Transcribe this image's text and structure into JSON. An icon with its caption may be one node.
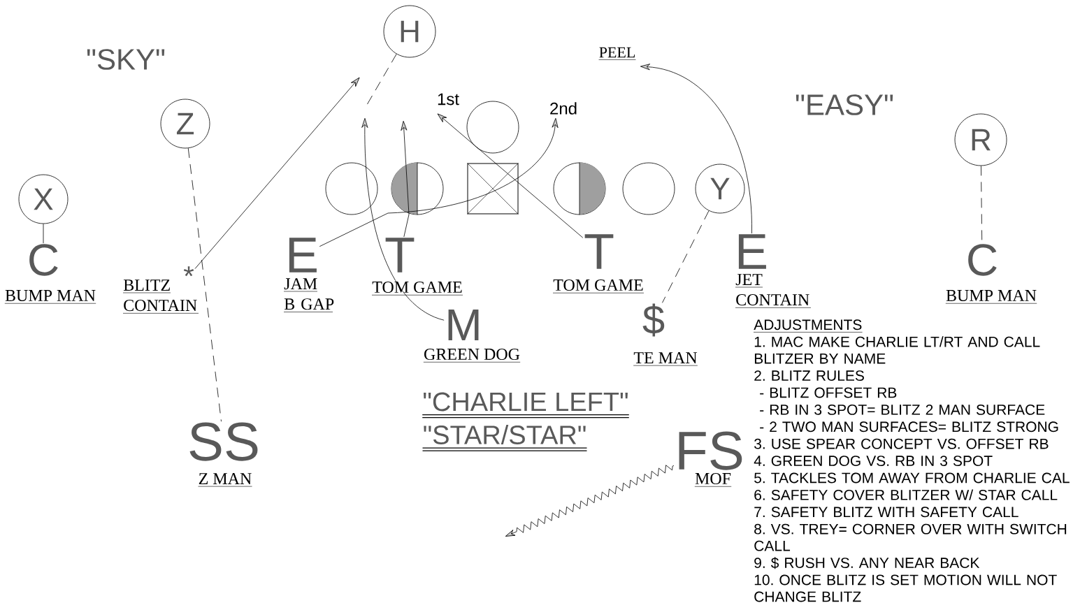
{
  "diagram": {
    "nodes": [
      {
        "text": [
          "H"
        ]
      },
      {
        "text": [
          "Z"
        ]
      },
      {
        "text": [
          "R"
        ]
      },
      {
        "text": [],
        "shape": "circle"
      },
      {
        "text": [
          "X"
        ]
      },
      {
        "text": [],
        "shape": "circle"
      },
      {
        "text": [],
        "shape": "circle"
      },
      {
        "text": [],
        "shape": "box"
      },
      {
        "text": [],
        "shape": "circle"
      },
      {
        "text": [],
        "shape": "circle"
      },
      {
        "text": [
          "Y"
        ]
      },
      {
        "text": [
          "C"
        ],
        "beside": [
          "BUMP MAN"
        ]
      },
      {
        "text": [
          "*"
        ],
        "beside": [
          "BLITZ CONTAIN"
        ]
      },
      {
        "text": [
          "E"
        ],
        "beside": [
          "JAM B GAP"
        ]
      },
      {
        "text": [
          "T"
        ],
        "beside": [
          "TOM GAME"
        ]
      },
      {
        "text": [
          "T"
        ],
        "beside": [
          "TOM GAME"
        ]
      },
      {
        "text": [
          "E"
        ],
        "beside": [
          "JET CONTAIN"
        ]
      },
      {
        "text": [
          "C"
        ],
        "beside": [
          "BUMP MAN"
        ]
      },
      {
        "text": [
          "M"
        ],
        "beside": [
          "GREEN DOG"
        ]
      },
      {
        "text": [
          "$"
        ],
        "beside": [
          "TE MAN"
        ]
      },
      {
        "text": [
          "SS"
        ],
        "beside": [
          "Z MAN"
        ]
      },
      {
        "text": [
          "FS"
        ],
        "beside": [
          "MOF"
        ]
      }
    ],
    "edges": [
      {
        "from": 4,
        "to": 11,
        "arrow": "none"
      },
      {
        "from": 1,
        "to": 20,
        "arrow": "none",
        "style": "dashed"
      },
      {
        "from": 12,
        "to": null,
        "arrow": "to"
      },
      {
        "from": 0,
        "to": null,
        "arrow": "none",
        "style": "dashed"
      },
      {
        "from": 13,
        "to": null,
        "arrow": "to",
        "label": "2nd"
      },
      {
        "from": 14,
        "to": null,
        "arrow": "to"
      },
      {
        "from": 18,
        "to": null,
        "arrow": "to"
      },
      {
        "from": 15,
        "to": null,
        "arrow": "to",
        "label": "1st"
      },
      {
        "from": 16,
        "to": null,
        "arrow": "to",
        "label": "PEEL"
      },
      {
        "from": 10,
        "to": 19,
        "arrow": "none",
        "style": "dashed"
      },
      {
        "from": 2,
        "to": 17,
        "arrow": "none",
        "style": "dashed"
      },
      {
        "from": 21,
        "to": null,
        "arrow": "to"
      }
    ],
    "labels": [
      "\"SKY\"",
      "\"EASY\"",
      "\"CHARLIE LEFT\"",
      "\"STAR/STAR\"",
      "ADJUSTMENTS",
      "1. MAC MAKE CHARLIE LT/RT AND CALL BLITZER BY NAME",
      "2. BLITZ RULES",
      "- BLITZ OFFSET RB",
      "- RB IN 3 SPOT= BLITZ 2 MAN SURFACE",
      "- 2 TWO MAN SURFACES= BLITZ STRONG",
      "3. USE SPEAR CONCEPT VS. OFFSET RB",
      "4. GREEN DOG VS. RB IN 3 SPOT",
      "5. TACKLES TOM AWAY FROM CHARLIE CAL",
      "6. SAFETY COVER BLITZER W/ STAR CALL",
      "7. SAFETY BLITZ WITH SAFETY CALL",
      "8. VS. TREY= CORNER OVER WITH SWITCH CALL",
      "9. $ RUSH VS. ANY NEAR BACK",
      "10. ONCE BLITZ IS SET MOTION WILL NOT CHANGE BLITZ"
    ]
  }
}
